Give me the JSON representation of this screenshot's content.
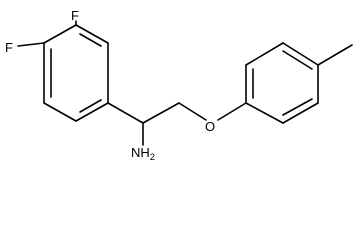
{
  "molecule": {
    "atoms": {
      "fluorine_top": "F",
      "fluorine_left": "F",
      "oxygen": "O",
      "amine": "NH",
      "amine_subscript": "2"
    }
  },
  "colors": {
    "bonds": "#000000",
    "labels": "#000000",
    "background": "#ffffff"
  }
}
